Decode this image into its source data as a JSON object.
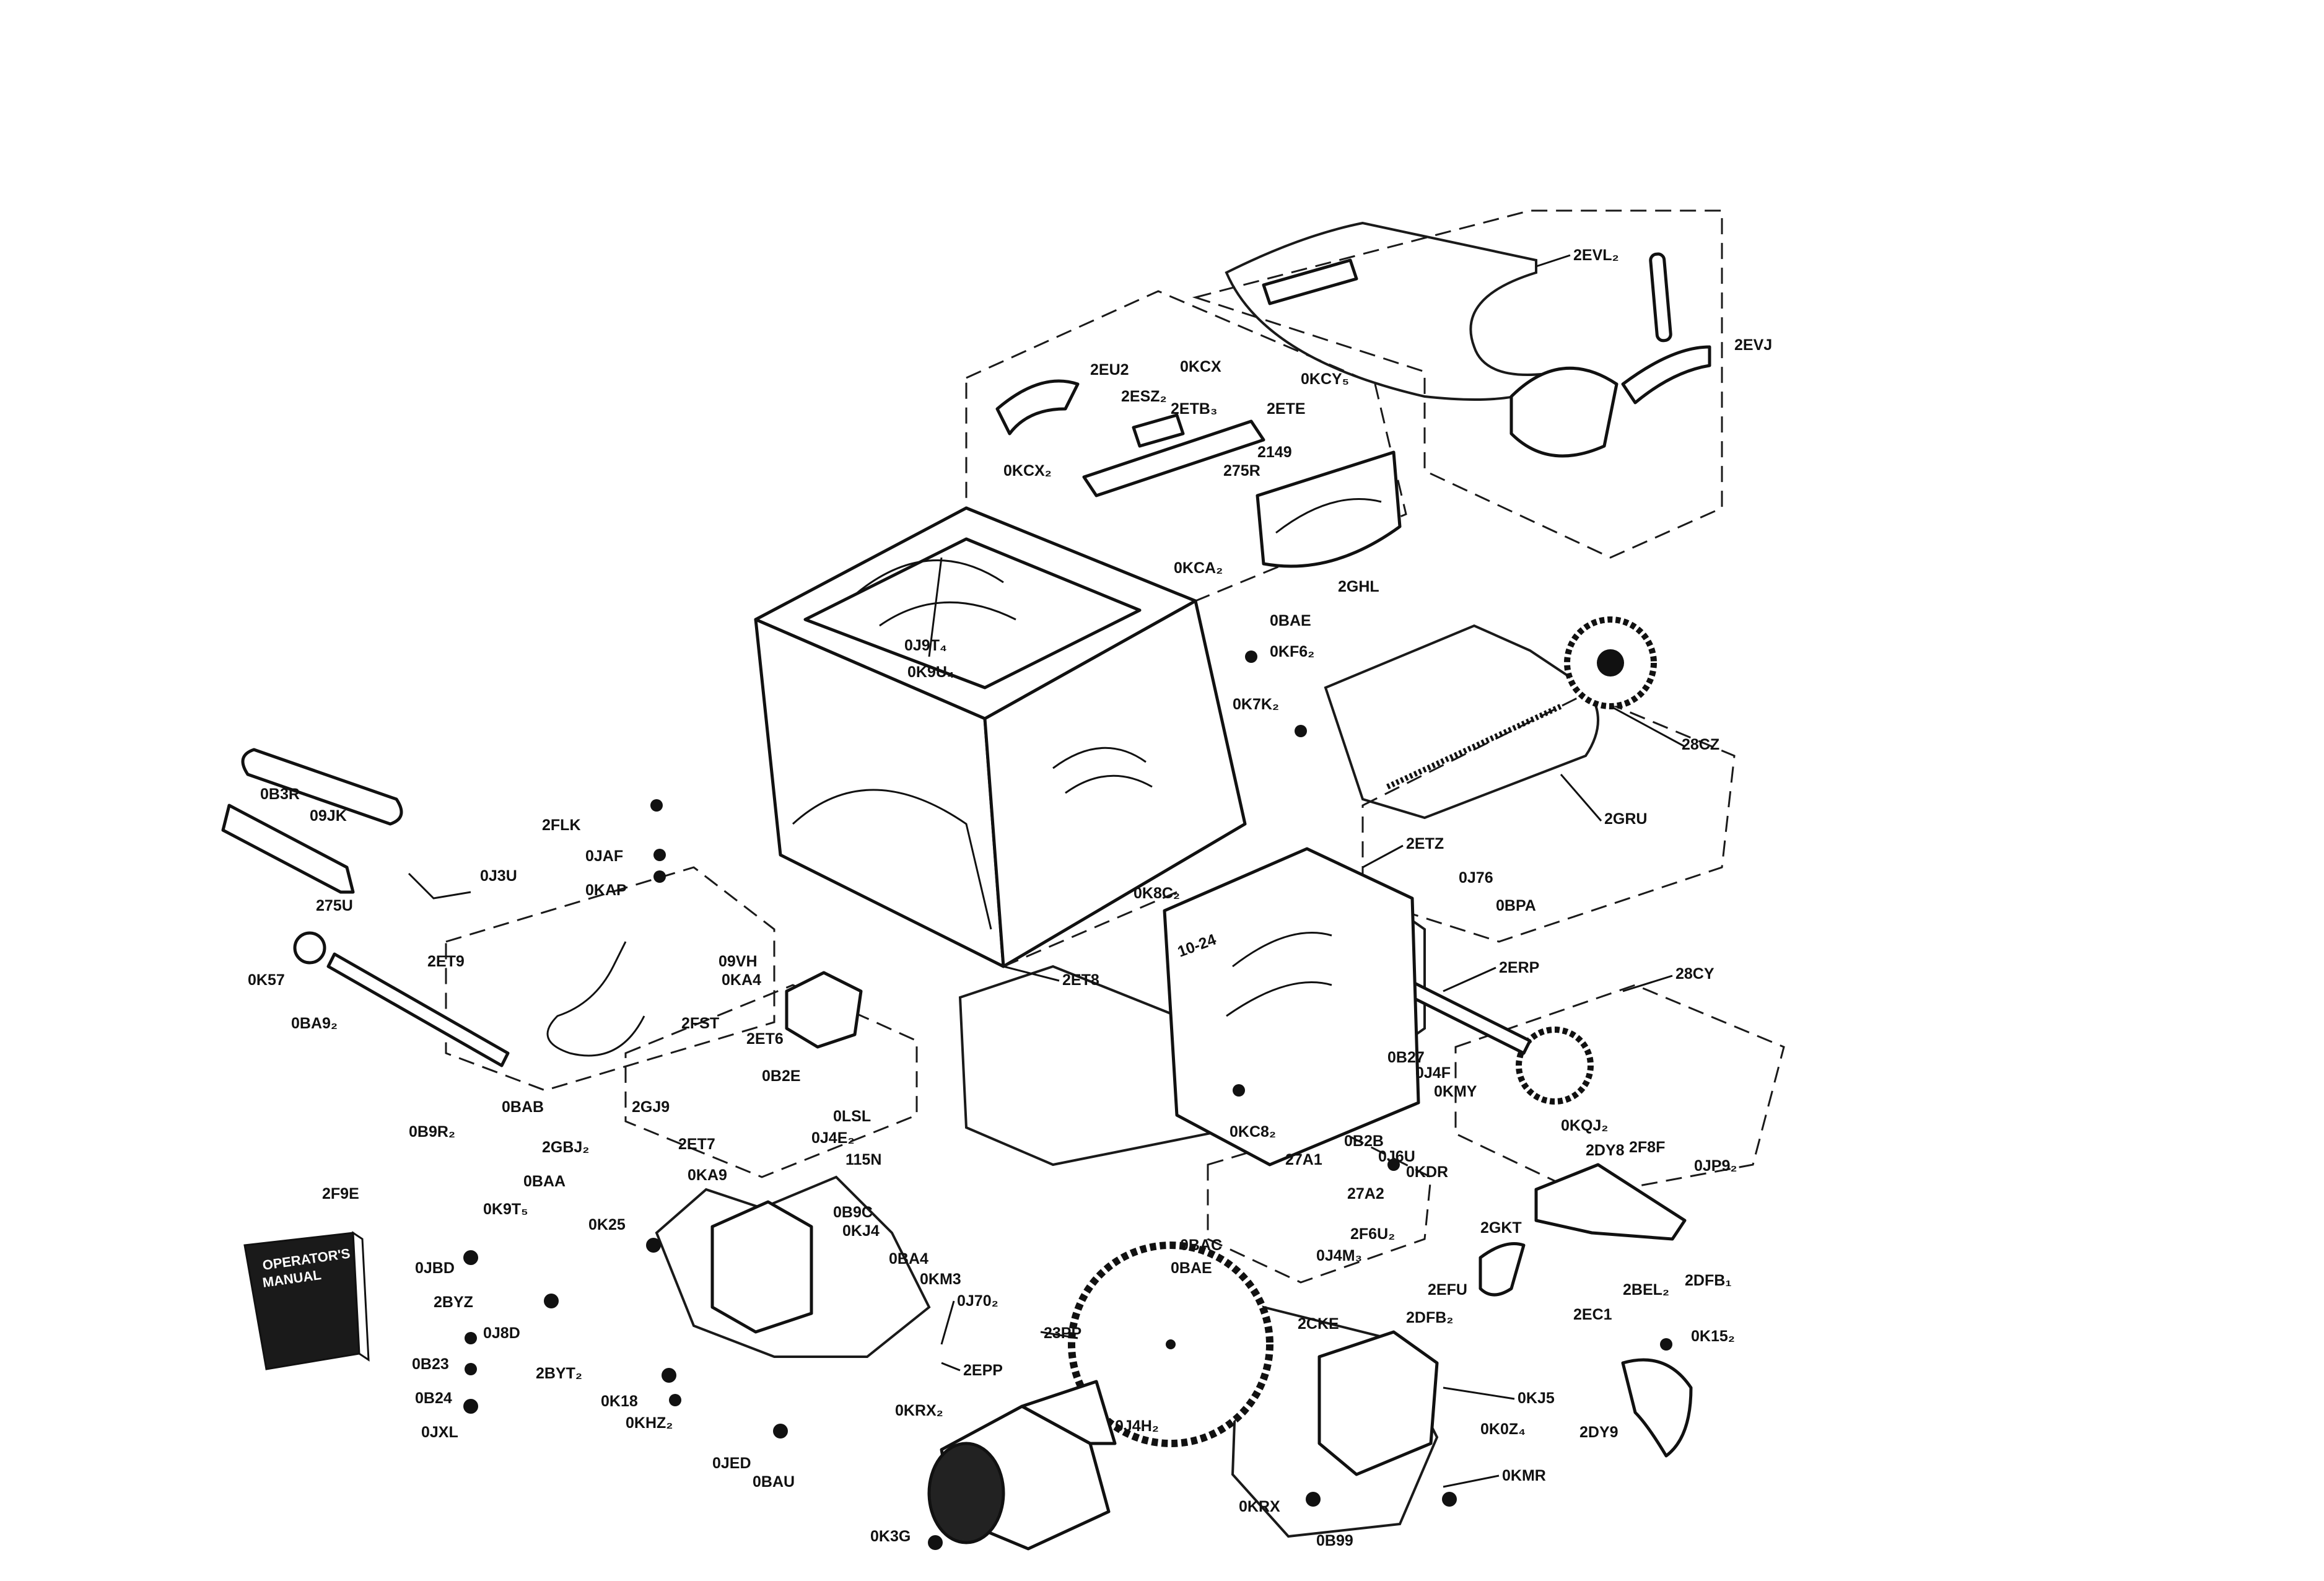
{
  "manual": {
    "line1": "OPERATOR'S",
    "line2": "MANUAL"
  },
  "labels": {
    "l_2EVL2": "2EVL₂",
    "l_2EVJ": "2EVJ",
    "l_0KCX": "0KCX",
    "l_0KCY5": "0KCY₅",
    "l_2EU2": "2EU2",
    "l_2ESZ2": "2ESZ₂",
    "l_2ETB3": "2ETB₃",
    "l_2ETE": "2ETE",
    "l_2149": "2149",
    "l_275R": "275R",
    "l_0KCX2": "0KCX₂",
    "l_0KCA2": "0KCA₂",
    "l_2GHL": "2GHL",
    "l_0BAE": "0BAE",
    "l_0KF6": "0KF6₂",
    "l_0J9T4": "0J9T₄",
    "l_0K9U4": "0K9U₄",
    "l_0K7K2": "0K7K₂",
    "l_28CZ": "28CZ",
    "l_2GRU": "2GRU",
    "l_0B3R": "0B3R",
    "l_09JK": "09JK",
    "l_2FLK": "2FLK",
    "l_0JAF": "0JAF",
    "l_0KAP": "0KAP",
    "l_0J3U": "0J3U",
    "l_275U": "275U",
    "l_0K57": "0K57",
    "l_2ET9": "2ET9",
    "l_0BA92": "0BA9₂",
    "l_2FST": "2FST",
    "l_09VH": "09VH",
    "l_0KA4": "0KA4",
    "l_2ET8": "2ET8",
    "l_0K8C2": "0K8C₂",
    "l_2ETZ": "2ETZ",
    "l_0J76": "0J76",
    "l_0BPA": "0BPA",
    "l_2ERP": "2ERP",
    "l_28CY": "28CY",
    "l_2ET6": "2ET6",
    "l_0B2E": "0B2E",
    "l_0LSL": "0LSL",
    "l_2GJ9": "2GJ9",
    "l_0BAB": "0BAB",
    "l_0B9R2": "0B9R₂",
    "l_2GBJ2": "2GBJ₂",
    "l_0BAA": "0BAA",
    "l_0K9T5": "0K9T₅",
    "l_2ET7": "2ET7",
    "l_0J4E2": "0J4E₂",
    "l_115N": "115N",
    "l_0KA9": "0KA9",
    "l_0B9C": "0B9C",
    "l_0KJ4": "0KJ4",
    "l_0BA4": "0BA4",
    "l_0KM3": "0KM3",
    "l_0J702": "0J70₂",
    "l_2EPP": "2EPP",
    "l_0B27": "0B27",
    "l_0J4F": "0J4F",
    "l_0KMY": "0KMY",
    "l_0B2B": "0B2B",
    "l_0J6U": "0J6U",
    "l_0KDR": "0KDR",
    "l_0KQJ2": "0KQJ₂",
    "l_2DY8": "2DY8",
    "l_2F8F": "2F8F",
    "l_0JP92": "0JP9₂",
    "l_0KC82": "0KC8₂",
    "l_27A1": "27A1",
    "l_27A2": "27A2",
    "l_2F6U2": "2F6U₂",
    "l_0J4M3": "0J4M₃",
    "l_2GKT": "2GKT",
    "l_0BAC": "0BAC",
    "l_0BAE2": "0BAE",
    "l_2EFU": "2EFU",
    "l_2DFB2": "2DFB₂",
    "l_2BEL2": "2BEL₂",
    "l_2DFB1": "2DFB₁",
    "l_2EC1": "2EC1",
    "l_0K152": "0K15₂",
    "l_2F9E": "2F9E",
    "l_0K25": "0K25",
    "l_0JBD": "0JBD",
    "l_2BYZ": "2BYZ",
    "l_0J8D": "0J8D",
    "l_0B23": "0B23",
    "l_0B24": "0B24",
    "l_0JXL": "0JXL",
    "l_2BYT2": "2BYT₂",
    "l_0K18": "0K18",
    "l_0KHZ2": "0KHZ₂",
    "l_23PP": "23PP",
    "l_2CKE": "2CKE",
    "l_0KJ5": "0KJ5",
    "l_0K0Z4": "0K0Z₄",
    "l_0KMR": "0KMR",
    "l_0KRX": "0KRX",
    "l_0B99": "0B99",
    "l_0KRX2": "0KRX₂",
    "l_0J4H2": "0J4H₂",
    "l_0JED": "0JED",
    "l_0BAU": "0BAU",
    "l_0K3G": "0K3G",
    "l_2DY9": "2DY9",
    "l_1024": "10-24"
  }
}
